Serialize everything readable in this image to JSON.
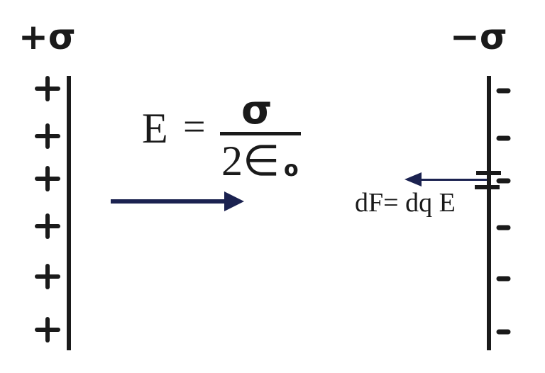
{
  "labels": {
    "left_plate": "+σ",
    "right_plate": "−σ"
  },
  "formula": {
    "lhs": "E",
    "equals": "=",
    "numerator": "σ",
    "denominator": "2∈",
    "subscript": "o"
  },
  "force_label": "dF= dq E",
  "plates": {
    "left": {
      "charge_sign": "+",
      "charge_count": 6
    },
    "right": {
      "charge_sign": "-",
      "charge_count": 6
    }
  },
  "colors": {
    "plate": "#1a1a1a",
    "arrow": "#1b2250",
    "text": "#1a1a1a"
  }
}
